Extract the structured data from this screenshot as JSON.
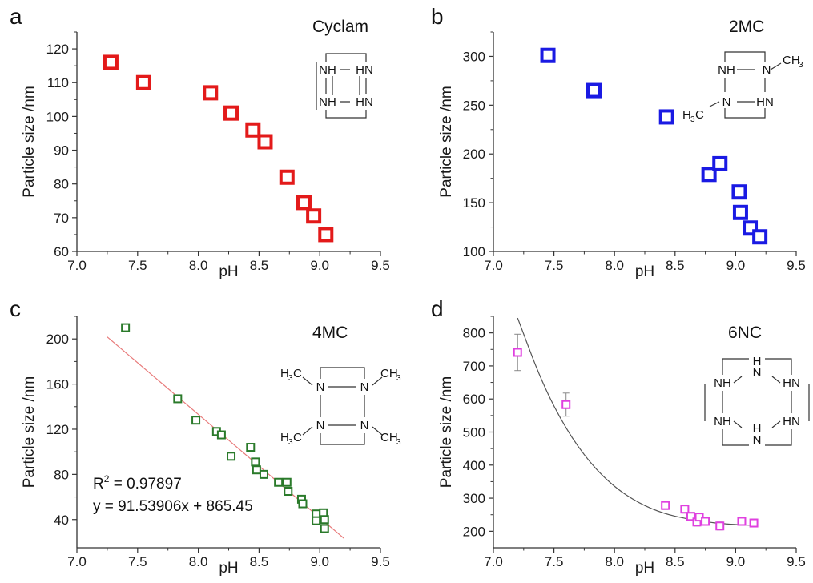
{
  "chart_data": [
    {
      "type": "scatter",
      "panel": "a",
      "name": "Cyclam",
      "xlabel": "pH",
      "ylabel": "Particle size /nm",
      "xlim": [
        7.0,
        9.5
      ],
      "ylim": [
        60,
        125
      ],
      "xticks": [
        "7.0",
        "7.5",
        "8.0",
        "8.5",
        "9.0",
        "9.5"
      ],
      "yticks": [
        "60",
        "70",
        "80",
        "90",
        "100",
        "110",
        "120"
      ],
      "color": "#e31a1a",
      "marker": "square-large",
      "x": [
        7.28,
        7.55,
        8.1,
        8.27,
        8.45,
        8.55,
        8.73,
        8.87,
        8.95,
        9.05
      ],
      "y": [
        116,
        110,
        107,
        101,
        96,
        92.5,
        82,
        74.5,
        70.5,
        65
      ],
      "structure": {
        "labels": [
          "NH",
          "HN",
          "NH",
          "HN"
        ]
      }
    },
    {
      "type": "scatter",
      "panel": "b",
      "name": "2MC",
      "xlabel": "pH",
      "ylabel": "Particle size /nm",
      "xlim": [
        7.0,
        9.5
      ],
      "ylim": [
        100,
        325
      ],
      "xticks": [
        "7.0",
        "7.5",
        "8.0",
        "8.5",
        "9.0",
        "9.5"
      ],
      "yticks": [
        "100",
        "150",
        "200",
        "250",
        "300"
      ],
      "color": "#1a1ae3",
      "marker": "square-large",
      "x": [
        7.45,
        7.83,
        8.43,
        8.78,
        8.87,
        9.03,
        9.04,
        9.12,
        9.2
      ],
      "y": [
        301,
        265,
        238,
        179,
        190,
        161,
        140,
        124,
        115
      ],
      "structure": {
        "labels": [
          "NH",
          "N",
          "N",
          "HN"
        ],
        "substituents": [
          "CH",
          "H",
          "C"
        ],
        "subscripts": [
          "3",
          "3"
        ]
      }
    },
    {
      "type": "scatter",
      "panel": "c",
      "name": "4MC",
      "xlabel": "pH",
      "ylabel": "Particle size /nm",
      "xlim": [
        7.0,
        9.5
      ],
      "ylim": [
        15,
        220
      ],
      "xticks": [
        "7.0",
        "7.5",
        "8.0",
        "8.5",
        "9.0",
        "9.5"
      ],
      "yticks": [
        "40",
        "80",
        "120",
        "160",
        "200"
      ],
      "color": "#2a7a2a",
      "marker": "square-small",
      "x": [
        7.4,
        7.83,
        7.98,
        8.15,
        8.19,
        8.27,
        8.43,
        8.47,
        8.48,
        8.54,
        8.66,
        8.73,
        8.74,
        8.85,
        8.86,
        8.97,
        8.97,
        9.03,
        9.04,
        9.04
      ],
      "y": [
        210,
        147,
        128,
        118,
        115,
        96,
        104,
        91,
        84,
        80,
        73,
        73,
        65,
        58,
        54,
        45,
        39,
        46,
        40,
        32
      ],
      "fit": {
        "x": [
          7.25,
          9.2
        ],
        "y": [
          201.8,
          23.3
        ],
        "color": "#e87a7a",
        "r2_label": "R",
        "r2_exponent": "2",
        "r2_value": " = 0.97897",
        "equation": "y = 91.53906x + 865.45"
      },
      "structure": {
        "labels": [
          "N",
          "N",
          "N",
          "N"
        ],
        "substituents": [
          "H",
          "C",
          "CH",
          "H",
          "C",
          "CH"
        ],
        "subscripts": [
          "3",
          "3",
          "3",
          "3"
        ]
      }
    },
    {
      "type": "scatter",
      "panel": "d",
      "name": "6NC",
      "xlabel": "pH",
      "ylabel": "Particle size /nm",
      "xlim": [
        7.0,
        9.5
      ],
      "ylim": [
        150,
        850
      ],
      "xticks": [
        "7.0",
        "7.5",
        "8.0",
        "8.5",
        "9.0",
        "9.5"
      ],
      "yticks": [
        "200",
        "300",
        "400",
        "500",
        "600",
        "700",
        "800"
      ],
      "color": "#e040e0",
      "marker": "square-small",
      "x": [
        7.2,
        7.6,
        8.42,
        8.58,
        8.63,
        8.68,
        8.7,
        8.75,
        8.87,
        9.05,
        9.15
      ],
      "y": [
        741,
        583,
        278,
        267,
        245,
        228,
        243,
        230,
        216,
        230,
        225
      ],
      "err": [
        55,
        35,
        12,
        12,
        12,
        12,
        12,
        12,
        12,
        12,
        12
      ],
      "fit": {
        "x": [
          7.2,
          7.4,
          7.6,
          7.8,
          8.0,
          8.2,
          8.4,
          8.6,
          8.8,
          9.0,
          9.15
        ],
        "y": [
          845,
          650,
          508,
          405,
          333,
          285,
          254,
          237,
          226,
          220,
          218
        ],
        "color": "#555555"
      },
      "structure": {
        "labels": [
          "NH",
          "N",
          "H",
          "HN",
          "NH",
          "H",
          "N",
          "HN"
        ]
      }
    }
  ]
}
